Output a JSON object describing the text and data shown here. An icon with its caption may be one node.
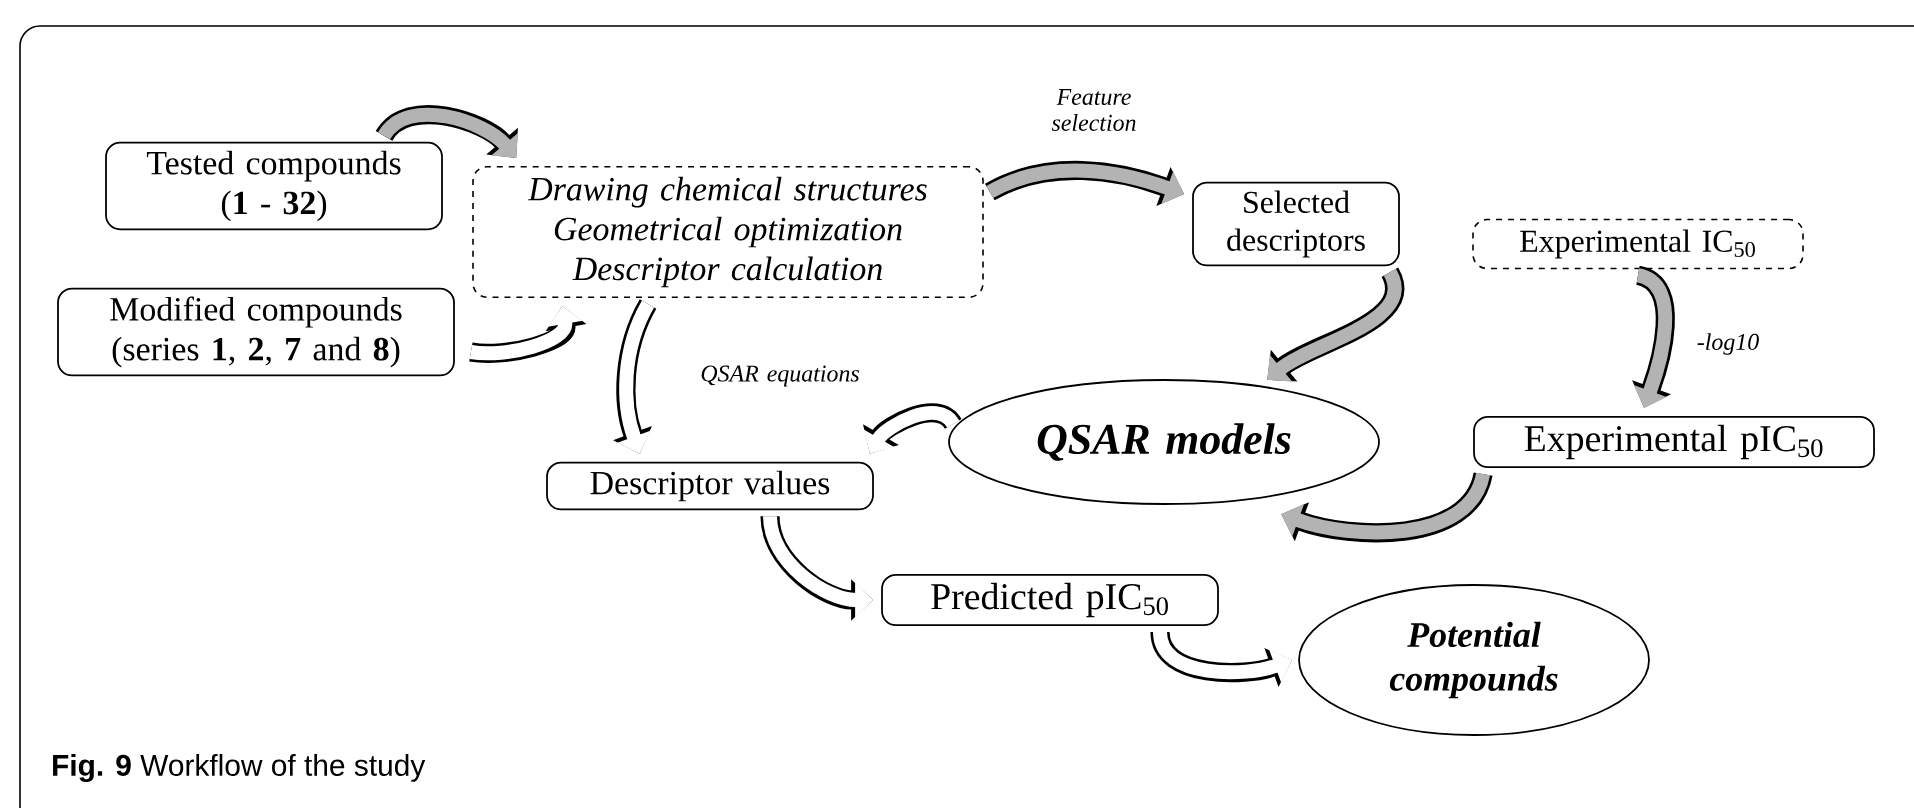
{
  "diagram": {
    "caption": "**Fig. 9** Workflow of the study",
    "nodes": [
      {
        "text": [
          "Tested compounds (**1** - **32**)"
        ]
      },
      {
        "text": [
          "Modified compounds (series **1**, **2**, **7** and **8**)"
        ]
      },
      {
        "text": [
          "Drawing chemical structures",
          "Geometrical optimization",
          "Descriptor calculation"
        ]
      },
      {
        "text": [
          "Selected descriptors"
        ]
      },
      {
        "text": [
          "Experimental IC$_{50}$"
        ]
      },
      {
        "text": [
          "QSAR models"
        ]
      },
      {
        "text": [
          "Experimental pIC$_{50}$"
        ]
      },
      {
        "text": [
          "Descriptor values"
        ]
      },
      {
        "text": [
          "Predicted pIC$_{50}$"
        ]
      },
      {
        "text": [
          "Potential compounds"
        ]
      }
    ],
    "edges": [
      {
        "from": 0,
        "to": 2,
        "arrow": "to",
        "color": "#b3b3b3"
      },
      {
        "from": 1,
        "to": 2,
        "arrow": "to"
      },
      {
        "from": 2,
        "to": 3,
        "arrow": "to",
        "label": "Feature selection",
        "color": "#b3b3b3"
      },
      {
        "from": 3,
        "to": 5,
        "arrow": "to",
        "color": "#b3b3b3"
      },
      {
        "from": 4,
        "to": 6,
        "arrow": "to",
        "label": "-log10",
        "color": "#b3b3b3"
      },
      {
        "from": 6,
        "to": 5,
        "arrow": "to",
        "color": "#b3b3b3"
      },
      {
        "from": 2,
        "to": 7,
        "arrow": "to",
        "label": "QSAR equations"
      },
      {
        "from": 5,
        "to": 7,
        "arrow": "to"
      },
      {
        "from": 7,
        "to": 8,
        "arrow": "to"
      },
      {
        "from": 8,
        "to": 9,
        "arrow": "to"
      }
    ]
  }
}
